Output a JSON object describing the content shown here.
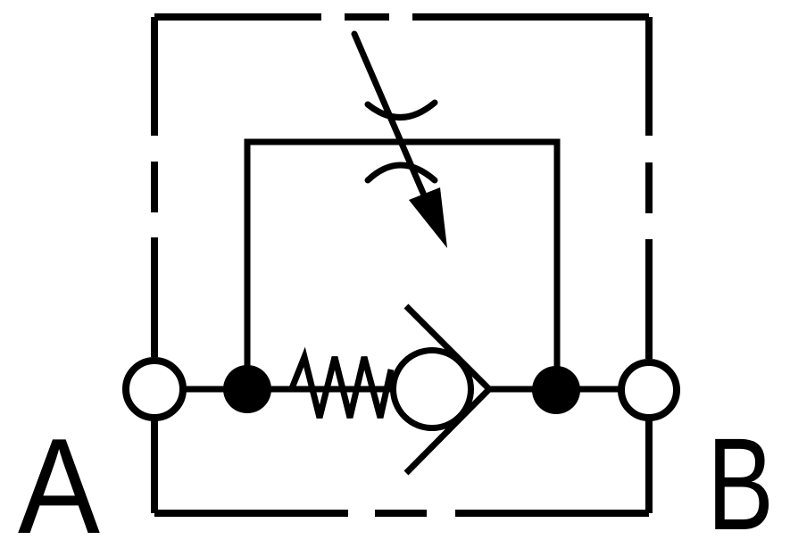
{
  "schematic": {
    "type": "hydraulic-valve-symbol",
    "ports": {
      "a": "A",
      "b": "B"
    },
    "components": [
      "dashed-enclosure-boundary",
      "bypass-line-rectangle",
      "adjustable-throttle-restriction",
      "adjustability-arrow",
      "spring",
      "check-valve-ball",
      "check-valve-seat",
      "junction-dot-left",
      "junction-dot-right",
      "port-circle-a",
      "port-circle-b"
    ]
  },
  "colors": {
    "line": "#000000",
    "background": "#ffffff"
  }
}
